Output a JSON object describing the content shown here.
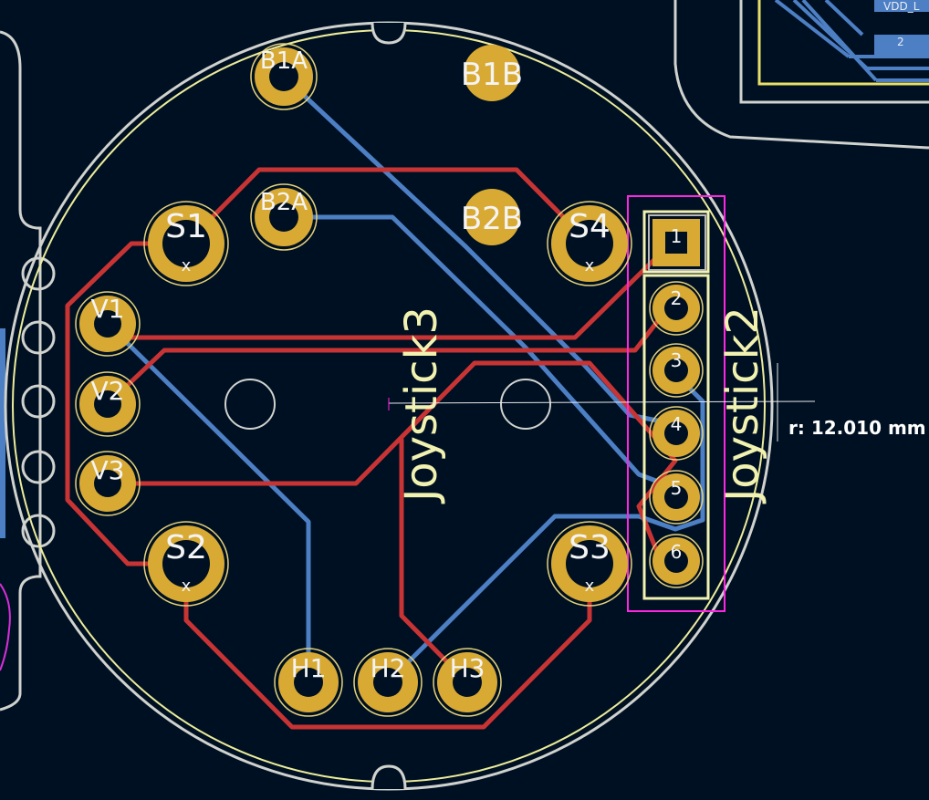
{
  "board": {
    "ref_left": "Joystick3",
    "ref_right": "Joystick2",
    "measurement": "r: 12.010 mm",
    "corner_labels": {
      "vdd": "VDD_L",
      "pin": "2"
    }
  },
  "pads": {
    "b1a": "B1A",
    "b1b": "B1B",
    "b2a": "B2A",
    "b2b": "B2B",
    "s1": "S1",
    "s2": "S2",
    "s3": "S3",
    "s4": "S4",
    "v1": "V1",
    "v2": "V2",
    "v3": "V3",
    "h1": "H1",
    "h2": "H2",
    "h3": "H3"
  },
  "header_pins": [
    "1",
    "2",
    "3",
    "4",
    "5",
    "6"
  ],
  "marks": {
    "x": "x"
  },
  "colors": {
    "background": "#001023",
    "front_copper": "#c83434",
    "back_copper": "#4d7fc4",
    "pad": "#d8aa33",
    "silkscreen": "#f2f2b0",
    "edge_cuts": "#d0d2cd",
    "courtyard": "#ff26e2"
  }
}
